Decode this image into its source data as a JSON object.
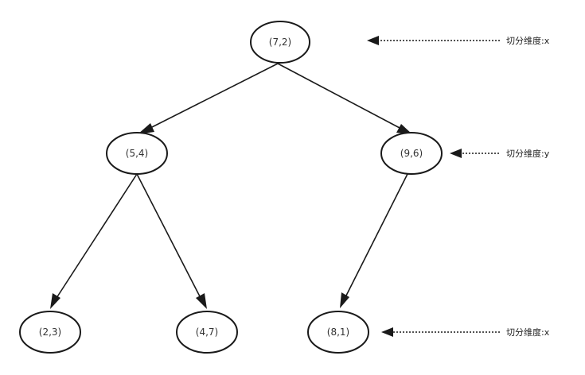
{
  "nodes": [
    {
      "id": "n72",
      "label": "(7,2)"
    },
    {
      "id": "n54",
      "label": "(5,4)"
    },
    {
      "id": "n96",
      "label": "(9,6)"
    },
    {
      "id": "n23",
      "label": "(2,3)"
    },
    {
      "id": "n47",
      "label": "(4,7)"
    },
    {
      "id": "n81",
      "label": "(8,1)"
    }
  ],
  "edges": [
    {
      "from": "n72",
      "to": "n54"
    },
    {
      "from": "n72",
      "to": "n96"
    },
    {
      "from": "n54",
      "to": "n23"
    },
    {
      "from": "n54",
      "to": "n47"
    },
    {
      "from": "n96",
      "to": "n81"
    }
  ],
  "split_annotations": [
    {
      "label": "切分维度:x",
      "level": 0
    },
    {
      "label": "切分维度:y",
      "level": 1
    },
    {
      "label": "切分维度:x",
      "level": 2
    }
  ],
  "colors": {
    "stroke": "#1a1a1a",
    "background": "#ffffff",
    "text": "#333333"
  }
}
